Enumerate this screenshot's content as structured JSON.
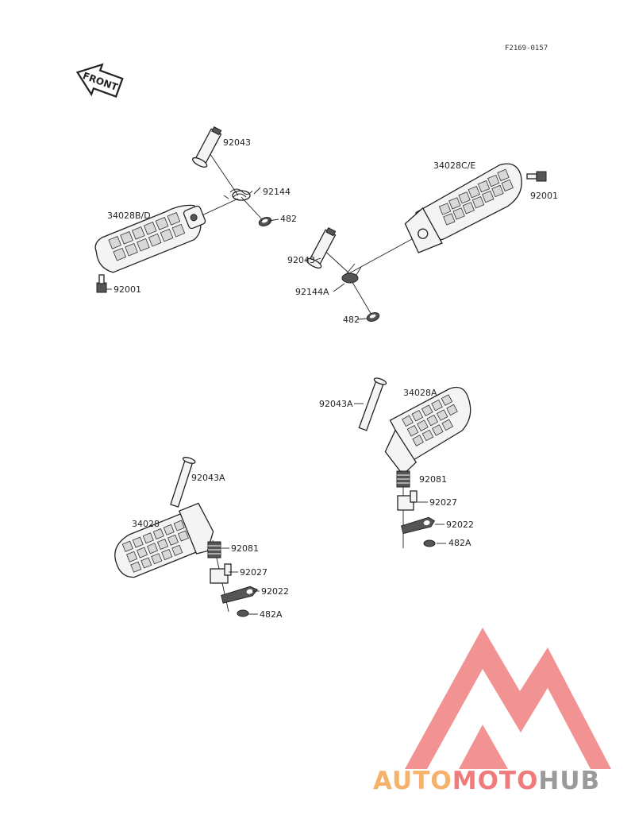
{
  "figure_code": "F2169-0157",
  "front_arrow": {
    "label": "FRONT",
    "icon": "front-direction-arrow-icon"
  },
  "labels": {
    "upper_left_pin": "92043",
    "upper_left_spring": "92144",
    "upper_left_clip": "482",
    "upper_left_footpeg": "34028B/D",
    "upper_left_bolt": "92001",
    "upper_right_footpeg": "34028C/E",
    "upper_right_bolt": "92001",
    "upper_right_pin": "92043",
    "upper_right_spring": "92144A",
    "upper_right_clip": "482",
    "lower_right_pin": "92043A",
    "lower_right_footpeg": "34028A",
    "lower_right_spring": "92081",
    "lower_right_detent": "92027",
    "lower_right_plate": "92022",
    "lower_right_clip": "482A",
    "lower_left_pin": "92043A",
    "lower_left_footpeg": "34028",
    "lower_left_spring": "92081",
    "lower_left_detent": "92027",
    "lower_left_plate": "92022",
    "lower_left_clip": "482A"
  },
  "watermark": {
    "part1": "AUTO",
    "part2": "MOTO",
    "part3": "HUB",
    "colors": {
      "orange": "#f6b26b",
      "red": "#ef7b7b",
      "gray": "#9a9a9a",
      "logo": "#f08080"
    }
  }
}
